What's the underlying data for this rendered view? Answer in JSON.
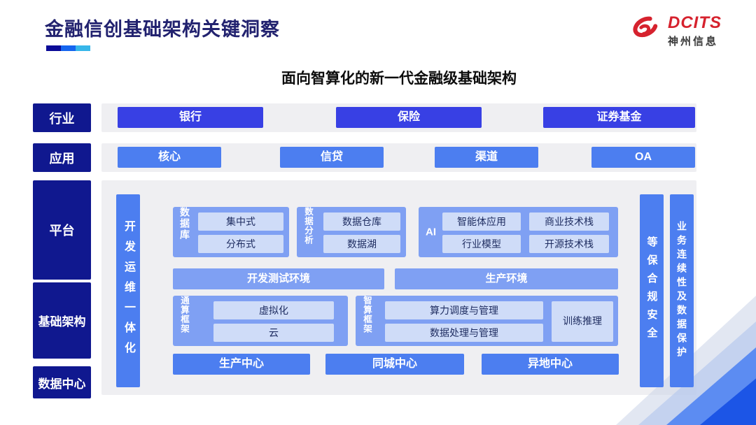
{
  "title": "金融信创基础架构关键洞察",
  "logo": {
    "brand": "DCITS",
    "company": "神州信息"
  },
  "subtitle": "面向智算化的新一代金融级基础架构",
  "industry": {
    "label": "行业",
    "items": [
      "银行",
      "保险",
      "证券基金"
    ]
  },
  "application": {
    "label": "应用",
    "items": [
      "核心",
      "信贷",
      "渠道",
      "OA"
    ]
  },
  "platform": {
    "label": "平台",
    "devops_bar": "开发运维一体化",
    "database": {
      "label": "数据库",
      "items": [
        "集中式",
        "分布式"
      ]
    },
    "analytics": {
      "label": "数据分析",
      "items": [
        "数据仓库",
        "数据湖"
      ]
    },
    "ai": {
      "label": "AI",
      "items": [
        "智能体应用",
        "商业技术栈",
        "行业模型",
        "开源技术栈"
      ]
    },
    "environments": [
      "开发测试环境",
      "生产环境"
    ],
    "general_framework": {
      "label": "通算框架",
      "items": [
        "虚拟化",
        "云"
      ]
    },
    "ai_framework": {
      "label": "智算框架",
      "items": [
        "算力调度与管理",
        "数据处理与管理"
      ],
      "side": "训练推理"
    }
  },
  "infrastructure": {
    "label": "基础架构"
  },
  "datacenter": {
    "label": "数据中心",
    "items": [
      "生产中心",
      "同城中心",
      "异地中心"
    ]
  },
  "security_bars": [
    "等保合规安全",
    "业务连续性及数据保护"
  ],
  "colors": {
    "title_navy": "#22226f",
    "rail_navy": "#10188f",
    "vivid_blue": "#3840e4",
    "mid_blue": "#4c7ef0",
    "light_blue": "#7fa0f3",
    "pale_blue": "#cfdcf8",
    "brand_red": "#d6222e",
    "strip_gray": "#efeff2"
  }
}
